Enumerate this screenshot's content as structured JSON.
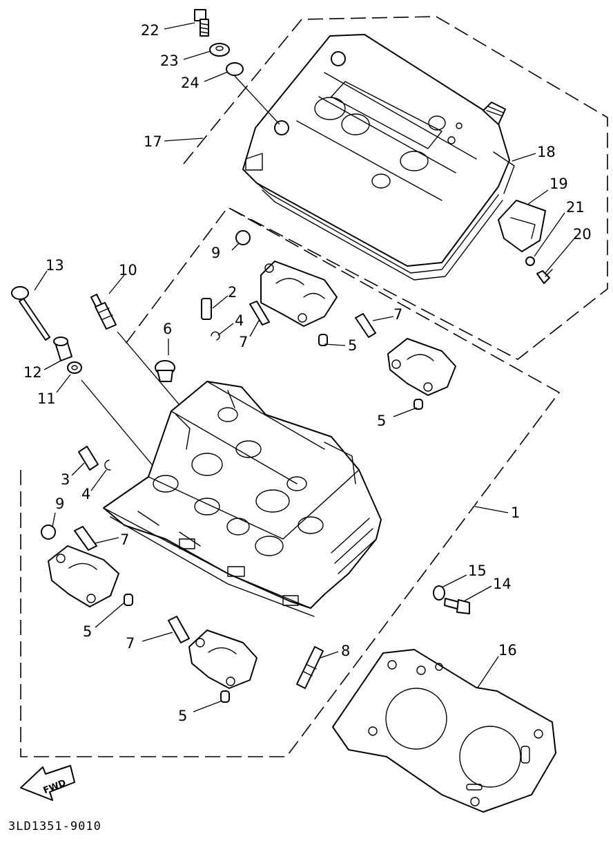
{
  "callouts": [
    {
      "id": "c22",
      "label": "22"
    },
    {
      "id": "c23",
      "label": "23"
    },
    {
      "id": "c24",
      "label": "24"
    },
    {
      "id": "c17",
      "label": "17"
    },
    {
      "id": "c18",
      "label": "18"
    },
    {
      "id": "c19",
      "label": "19"
    },
    {
      "id": "c21",
      "label": "21"
    },
    {
      "id": "c20",
      "label": "20"
    },
    {
      "id": "c13",
      "label": "13"
    },
    {
      "id": "c10",
      "label": "10"
    },
    {
      "id": "c9a",
      "label": "9"
    },
    {
      "id": "c2",
      "label": "2"
    },
    {
      "id": "c4a",
      "label": "4"
    },
    {
      "id": "c7a",
      "label": "7"
    },
    {
      "id": "c7b",
      "label": "7"
    },
    {
      "id": "c6",
      "label": "6"
    },
    {
      "id": "c5a",
      "label": "5"
    },
    {
      "id": "c12",
      "label": "12"
    },
    {
      "id": "c11",
      "label": "11"
    },
    {
      "id": "c5b",
      "label": "5"
    },
    {
      "id": "c3",
      "label": "3"
    },
    {
      "id": "c4b",
      "label": "4"
    },
    {
      "id": "c1",
      "label": "1"
    },
    {
      "id": "c9b",
      "label": "9"
    },
    {
      "id": "c7c",
      "label": "7"
    },
    {
      "id": "c15",
      "label": "15"
    },
    {
      "id": "c14",
      "label": "14"
    },
    {
      "id": "c5c",
      "label": "5"
    },
    {
      "id": "c7d",
      "label": "7"
    },
    {
      "id": "c8",
      "label": "8"
    },
    {
      "id": "c16",
      "label": "16"
    },
    {
      "id": "c5d",
      "label": "5"
    }
  ],
  "fwd_label": "FWD",
  "drawing_code": "3LD1351-9010"
}
